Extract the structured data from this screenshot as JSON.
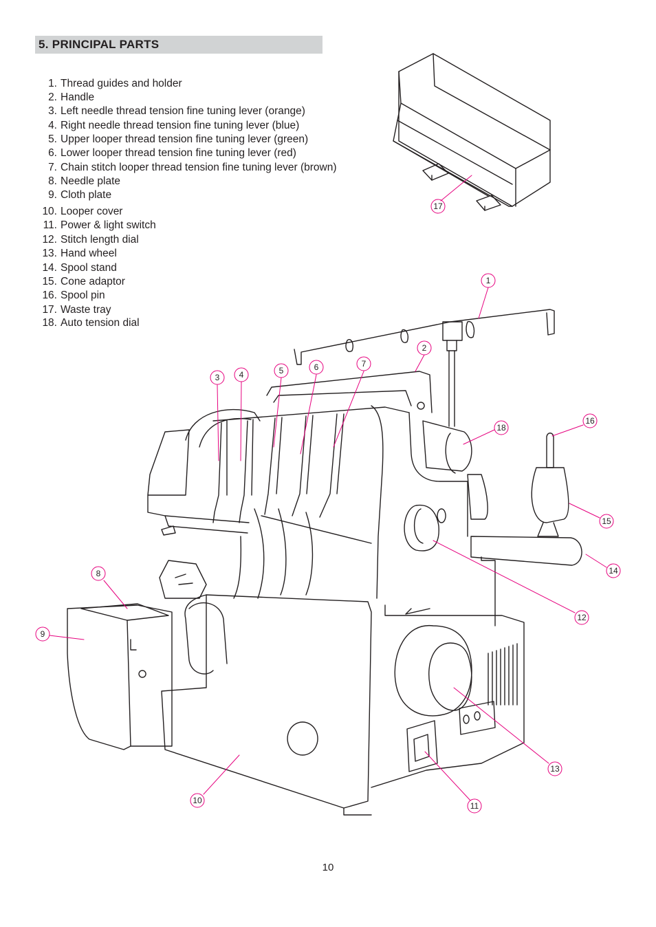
{
  "section": {
    "title": "5. PRINCIPAL PARTS"
  },
  "parts": [
    {
      "num": "1.",
      "label": "Thread guides and holder"
    },
    {
      "num": "2.",
      "label": "Handle"
    },
    {
      "num": "3.",
      "label": "Left needle thread tension fine tuning lever (orange)"
    },
    {
      "num": "4.",
      "label": "Right needle thread tension fine tuning lever (blue)"
    },
    {
      "num": "5.",
      "label": "Upper looper thread tension fine tuning lever (green)"
    },
    {
      "num": "6.",
      "label": "Lower looper thread tension fine tuning lever (red)"
    },
    {
      "num": "7.",
      "label": "Chain stitch looper thread tension fine tuning lever (brown)"
    },
    {
      "num": "8.",
      "label": "Needle plate"
    },
    {
      "num": "9.",
      "label": "Cloth plate"
    },
    {
      "num": "10.",
      "label": "Looper cover"
    },
    {
      "num": "11.",
      "label": "Power & light switch"
    },
    {
      "num": "12.",
      "label": "Stitch length dial"
    },
    {
      "num": "13.",
      "label": "Hand wheel"
    },
    {
      "num": "14.",
      "label": "Spool stand"
    },
    {
      "num": "15.",
      "label": "Cone adaptor"
    },
    {
      "num": "16.",
      "label": "Spool pin"
    },
    {
      "num": "17.",
      "label": "Waste tray"
    },
    {
      "num": "18.",
      "label": "Auto tension dial"
    }
  ],
  "callouts": [
    "1",
    "2",
    "3",
    "4",
    "5",
    "6",
    "7",
    "8",
    "9",
    "10",
    "11",
    "12",
    "13",
    "14",
    "15",
    "16",
    "17",
    "18"
  ],
  "colors": {
    "callout": "#e6007e",
    "line_art": "#231f20",
    "header_bar": "#d1d3d4"
  },
  "page_number": "10"
}
